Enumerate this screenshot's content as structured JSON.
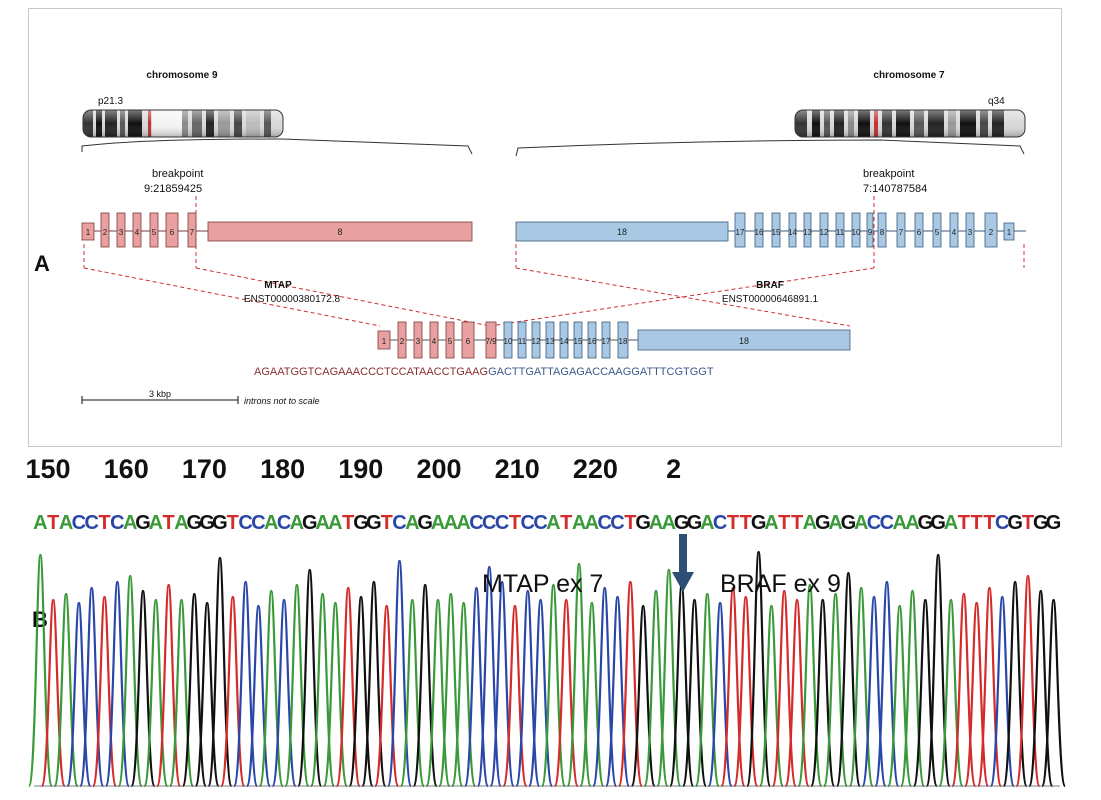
{
  "panel_a": {
    "label": "A",
    "chr9": {
      "title": "chromosome 9",
      "band": "p21.3"
    },
    "chr7": {
      "title": "chromosome 7",
      "band": "q34"
    },
    "bp_left": {
      "title": "breakpoint",
      "coord": "9:21859425"
    },
    "bp_right": {
      "title": "breakpoint",
      "coord": "7:140787584"
    },
    "mtap": {
      "gene": "MTAP",
      "transcript": "ENST00000380172.8",
      "exons": [
        "1",
        "2",
        "3",
        "4",
        "5",
        "6",
        "7",
        "8"
      ]
    },
    "braf": {
      "gene": "BRAF",
      "transcript": "ENST00000646891.1",
      "exons": [
        "18",
        "17",
        "16",
        "15",
        "14",
        "13",
        "12",
        "11",
        "10",
        "9",
        "8",
        "7",
        "6",
        "5",
        "4",
        "3",
        "2",
        "1"
      ]
    },
    "fusion": {
      "exons": [
        "1",
        "2",
        "3",
        "4",
        "5",
        "6",
        "7/9",
        "10",
        "11",
        "12",
        "13",
        "14",
        "15",
        "16",
        "17",
        "18"
      ],
      "seq_mtap": "AGAATGGTCAGAAACCCTCCATAACCTGAAG",
      "seq_braf": "GACTTGATTAGAGACCAAGGATTTCGTGGT"
    },
    "scale": {
      "label": "3 kbp",
      "note": "introns not to scale"
    },
    "colors": {
      "mtap": "#e8a0a0",
      "braf": "#a8c8e4"
    }
  },
  "panel_b": {
    "label": "B",
    "positions": [
      "150",
      "160",
      "170",
      "180",
      "190",
      "200",
      "210",
      "220",
      "2"
    ],
    "sequence": "ATACCTCAGATAGGGTCCACAGAATGGTCAGAAACCCTCCATAACCTGAAGGACTTGATTAGAGACCAAGGATTTCGTGG",
    "label_left": "MTAP ex 7",
    "label_right": "BRAF ex 9",
    "colors": {
      "A": "#3a9a3a",
      "C": "#2a47a8",
      "G": "#111111",
      "T": "#d42b2b"
    }
  }
}
